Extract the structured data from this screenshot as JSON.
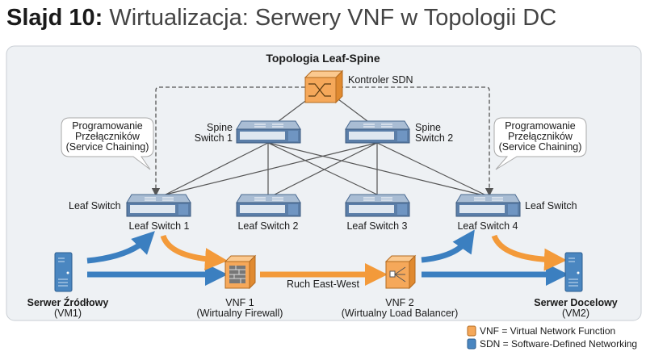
{
  "title": {
    "prefix": "Slajd 10:",
    "text": " Wirtualizacja: Serwery VNF w Topologii DC"
  },
  "panel_title": "Topologia Leaf-Spine",
  "controller": {
    "label": "Kontroler SDN",
    "icon": "sdn-controller-icon"
  },
  "spines": [
    {
      "line1": "Spine",
      "line2": "Switch 1"
    },
    {
      "line1": "Spine",
      "line2": "Switch 2"
    }
  ],
  "leaves": [
    "Leaf Switch 1",
    "Leaf Switch 2",
    "Leaf Switch 3",
    "Leaf Switch 4"
  ],
  "leaf_side_label": "Leaf Switch",
  "callout": [
    "Programowanie",
    "Przełączników",
    "(Service Chaining)"
  ],
  "source": {
    "name": "Serwer Źródłowy",
    "sub": "(VM1)"
  },
  "target": {
    "name": "Serwer Docelowy",
    "sub": "(VM2)"
  },
  "vnf1": {
    "name": "VNF 1",
    "sub": "(Wirtualny Firewall)"
  },
  "vnf2": {
    "name": "VNF 2",
    "sub": "(Wirtualny Load Balancer)"
  },
  "east_west": "Ruch East-West",
  "legend": [
    {
      "text": "VNF = Virtual Network Function",
      "color": "#f5a85a"
    },
    {
      "text": "SDN = Software-Defined Networking",
      "color": "#4a86c0"
    }
  ],
  "colors": {
    "sdn_blue": "#3b7fc0",
    "vnf_orange": "#f39a3a",
    "switch": "#5b7ea8",
    "panel": "#eef1f4"
  }
}
